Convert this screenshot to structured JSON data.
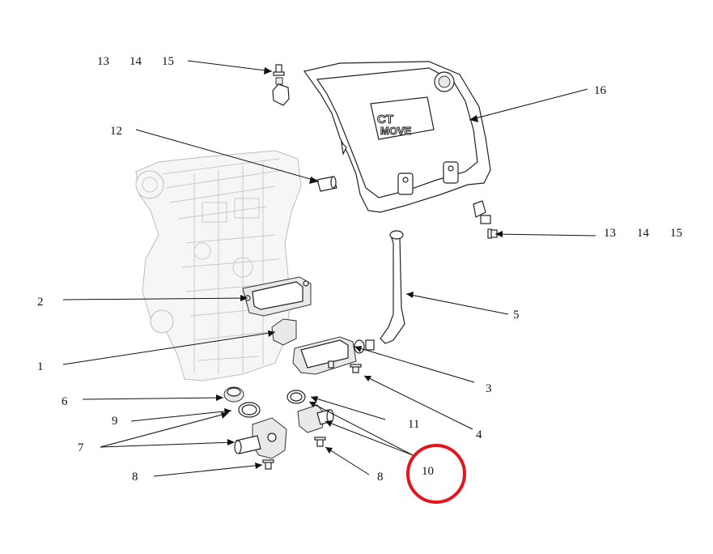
{
  "labels": {
    "top_left": [
      "13",
      "14",
      "15"
    ],
    "l16": "16",
    "l12": "12",
    "right_mid": [
      "13",
      "14",
      "15"
    ],
    "l2": "2",
    "l5": "5",
    "l1": "1",
    "l3": "3",
    "l6": "6",
    "l9": "9",
    "l11": "11",
    "l4": "4",
    "l7": "7",
    "l10": "10",
    "l8_left": "8",
    "l8_right": "8"
  },
  "cover_logo": {
    "brand": "CT",
    "word": "MOVE"
  },
  "highlight": {
    "target": "10",
    "color": "#e3161f"
  },
  "colors": {
    "ink": "#111111",
    "engine": "#c9c9c9"
  }
}
